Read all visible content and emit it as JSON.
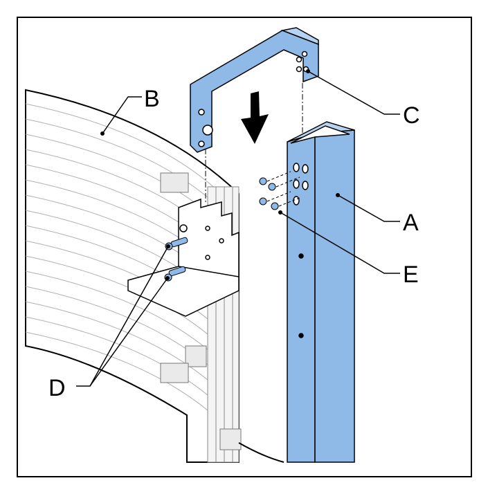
{
  "figure": {
    "callouts": {
      "a": "A",
      "b": "B",
      "c": "C",
      "d": "D",
      "e": "E"
    },
    "colors": {
      "part_fill": "#8fb9e6",
      "part_fill_light": "#b7d3f2",
      "line": "#000000",
      "frame_line": "#9a9a9a"
    }
  }
}
